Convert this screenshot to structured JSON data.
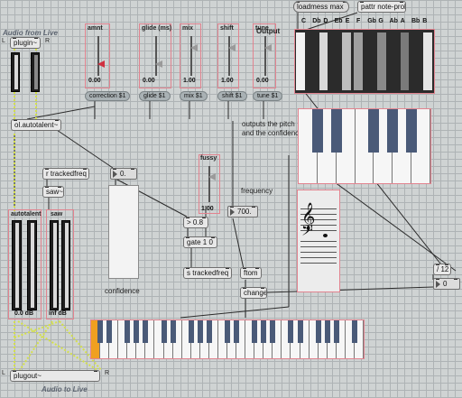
{
  "patch": {
    "audio_from_live": "Audio from Live",
    "audio_to_live": "Audio to Live",
    "plugin": "plugin~",
    "plugout": "plugout~",
    "ol_autotalent": "ol.autotalent~",
    "r_trackedfreq": "r trackedfreq",
    "saw_obj": "saw~",
    "autotalent_label": "autotalent",
    "saw_label": "saw",
    "meter_left_db": "0.0 dB",
    "meter_right_db": "inf dB",
    "zero_num": "0.",
    "confidence": "confidence",
    "gt_08": "> 0.8",
    "gate": "gate 1 0",
    "num_700": "700.",
    "frequency": "frequency",
    "s_trackedfreq": "s trackedfreq",
    "ftom": "ftom",
    "change": "change",
    "div12": "/ 12",
    "zero_int": "0",
    "outputs_line1": "outputs the pitch",
    "outputs_line2": "and the confidence",
    "loadmess": "loadmess max",
    "pattr": "pattr note-prob",
    "clef_sign": "𝄞",
    "bass_sign": "𝄢",
    "note_labels": [
      "C",
      "Db",
      "D",
      "Eb",
      "E",
      "F",
      "Gb",
      "G",
      "Ab",
      "A",
      "Bb",
      "B"
    ],
    "output_label": "Output"
  },
  "sliders": [
    {
      "label": "amnt",
      "value": "0.00",
      "pill": "correction $1",
      "level": 0.25
    },
    {
      "label": "glide (ms)",
      "value": "0.00",
      "pill": "glide $1",
      "level": 0.25
    },
    {
      "label": "mix",
      "value": "1.00",
      "pill": "mix $1",
      "level": 0.75
    },
    {
      "label": "shift",
      "value": "1.00",
      "pill": "shift $1",
      "level": 0.75
    },
    {
      "label": "tune",
      "value": "0.00",
      "pill": "tune $1",
      "level": 0.75
    }
  ],
  "fussy": {
    "label": "fussy",
    "value": "1.00",
    "level": 0.75
  },
  "colors": {
    "accent": "#e2838f",
    "cable_yellow": "#d4e04a",
    "keyboard_highlight": "#f0a020"
  }
}
